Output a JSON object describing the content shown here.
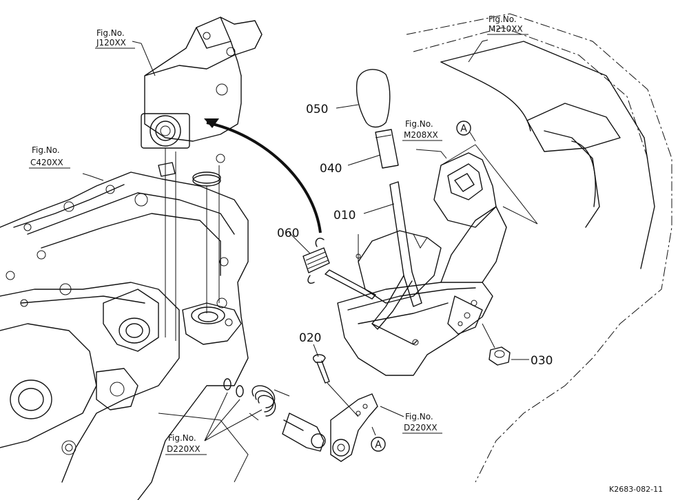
{
  "parts": {
    "p050": "050",
    "p040": "040",
    "p010": "010",
    "p060": "060",
    "p020": "020",
    "p030": "030"
  },
  "figrefs": {
    "fig_label": "Fig.No.",
    "j120": "J120XX",
    "m210": "M210XX",
    "m208": "M208XX",
    "c420": "C420XX",
    "d220_right": "D220XX",
    "d220_left": "D220XX"
  },
  "markers": {
    "a_top": "A",
    "a_bottom": "A"
  },
  "drawing_code": "K2683-082-11"
}
